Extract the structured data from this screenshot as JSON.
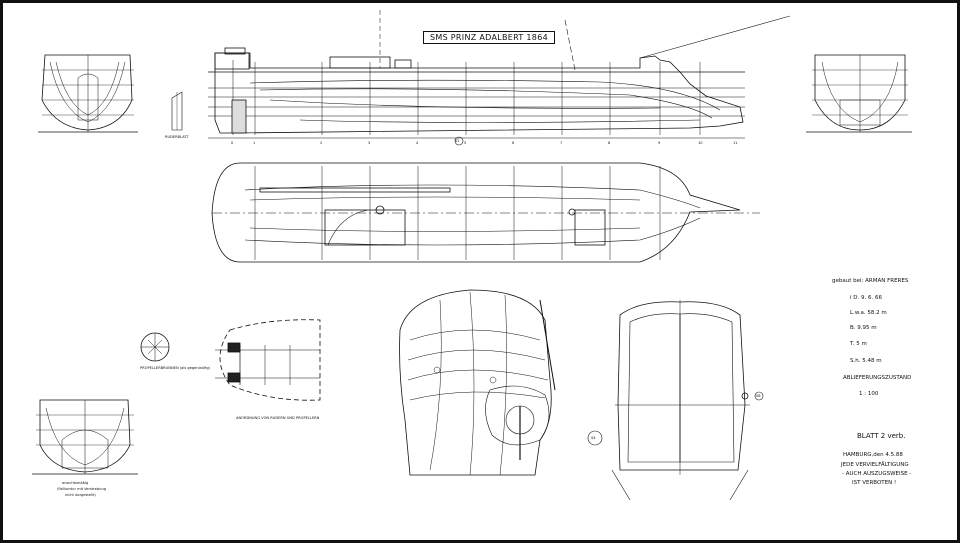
{
  "title": "SMS PRINZ ADALBERT 1864",
  "labels": {
    "rudder": "RUDERBLATT",
    "propeller": "PROPELLERBRUNNEN (als gegenlaüfig)",
    "stern_arrangement": "ANORDNUNG VON RUDERN UND PROPELLERN",
    "stern_view_1": "ansichtsmäßig",
    "stern_view_2": "(Fallkontur mit Verstrebung",
    "stern_view_3": "nicht dargestellt)"
  },
  "builder": {
    "built_by": "gebaut bei: ARMAN FRERES",
    "date": "i D. 9. 6. 66",
    "length": "L.w.a. 58.2  m",
    "beam": "B.    9.95 m",
    "draught": "T.   5    m",
    "depth": "S.h.   5.48 m",
    "state": "ABLIEFERUNGSZUSTAND",
    "scale": "1 : 100"
  },
  "sheet": {
    "blatt": "BLATT 2  verb.",
    "place_date": "HAMBURG,den  4.5.88",
    "notice_1": "JEDE VERVIELFÄLTIGUNG",
    "notice_2": "- AUCH AUSZUGSWEISE -",
    "notice_3": "IST VERBOTEN !"
  },
  "markers": {
    "frame_1": "S2",
    "frame_2": "S4",
    "frame_3": "S8"
  },
  "station_numbers": [
    "0",
    "1",
    "2",
    "3",
    "4",
    "5",
    "6",
    "7",
    "8",
    "9",
    "10",
    "11"
  ]
}
